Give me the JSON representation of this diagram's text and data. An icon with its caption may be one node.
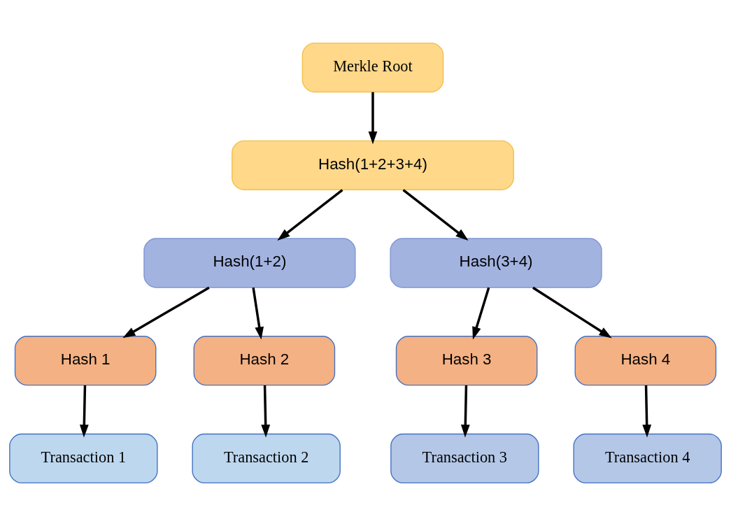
{
  "diagram": {
    "nodes": [
      {
        "text": [
          "Merkle Root"
        ]
      },
      {
        "text": [
          "Hash(1+2+3+4)"
        ]
      },
      {
        "text": [
          "Hash(1+2)"
        ]
      },
      {
        "text": [
          "Hash(3+4)"
        ]
      },
      {
        "text": [
          "Hash 1"
        ]
      },
      {
        "text": [
          "Hash 2"
        ]
      },
      {
        "text": [
          "Hash 3"
        ]
      },
      {
        "text": [
          "Hash 4"
        ]
      },
      {
        "text": [
          "Transaction 1"
        ]
      },
      {
        "text": [
          "Transaction 2"
        ]
      },
      {
        "text": [
          "Transaction 3"
        ]
      },
      {
        "text": [
          "Transaction 4"
        ]
      }
    ],
    "edges": [
      {
        "from": 0,
        "to": 1,
        "arrow": "to"
      },
      {
        "from": 1,
        "to": 2,
        "arrow": "to"
      },
      {
        "from": 1,
        "to": 3,
        "arrow": "to"
      },
      {
        "from": 2,
        "to": 4,
        "arrow": "to"
      },
      {
        "from": 2,
        "to": 5,
        "arrow": "to"
      },
      {
        "from": 3,
        "to": 6,
        "arrow": "to"
      },
      {
        "from": 3,
        "to": 7,
        "arrow": "to"
      },
      {
        "from": 4,
        "to": 8,
        "arrow": "to"
      },
      {
        "from": 5,
        "to": 9,
        "arrow": "to"
      },
      {
        "from": 6,
        "to": 10,
        "arrow": "to"
      },
      {
        "from": 7,
        "to": 11,
        "arrow": "to"
      }
    ]
  }
}
